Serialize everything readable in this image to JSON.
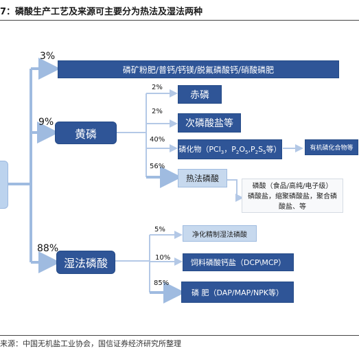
{
  "title": "7：磷酸生产工艺及来源可主要分为热法及湿法两种",
  "source": "来源：中国无机盐工业协会，国信证券经济研究所整理",
  "nodes": {
    "top_products": "磷矿粉肥/普钙/钙镁/脱氟磷酸钙/硝酸磷肥",
    "yellow_p": "黄磷",
    "wet_acid": "湿法磷酸",
    "red_p": "赤磷",
    "hypo": "次磷酸盐等",
    "phosphide_prefix": "磷化物（PCl",
    "phosphide_mid1": "，P",
    "phosphide_mid2": "O",
    "phosphide_mid3": ",P",
    "phosphide_mid4": "S",
    "phosphide_suffix": "等）",
    "sub3": "3",
    "sub2": "2",
    "sub5": "5",
    "organic": "有机磷化合物等",
    "thermal_acid": "热法磷酸",
    "purified": "净化精制湿法磷酸",
    "feed": "饲料磷酸钙盐（DCP\\MCP）",
    "fertilizer": "磷 肥（DAP/MAP/NPK等）",
    "note_line1": "磷酸（食品/高纯/电子级）",
    "note_line2": "磷酸盐，缩聚磷酸盐，聚合磷",
    "note_line3": "酸盐、等"
  },
  "percents": {
    "top": "3%",
    "yellow": "9%",
    "wet": "88%",
    "red": "2%",
    "hypo": "2%",
    "phosphide": "40%",
    "thermal": "56%",
    "purified": "5%",
    "feed": "10%",
    "fertilizer": "85%"
  },
  "colors": {
    "dark_box": "#2f5597",
    "light_box": "#c7d9ee",
    "arrow": "#9fbbe0"
  }
}
